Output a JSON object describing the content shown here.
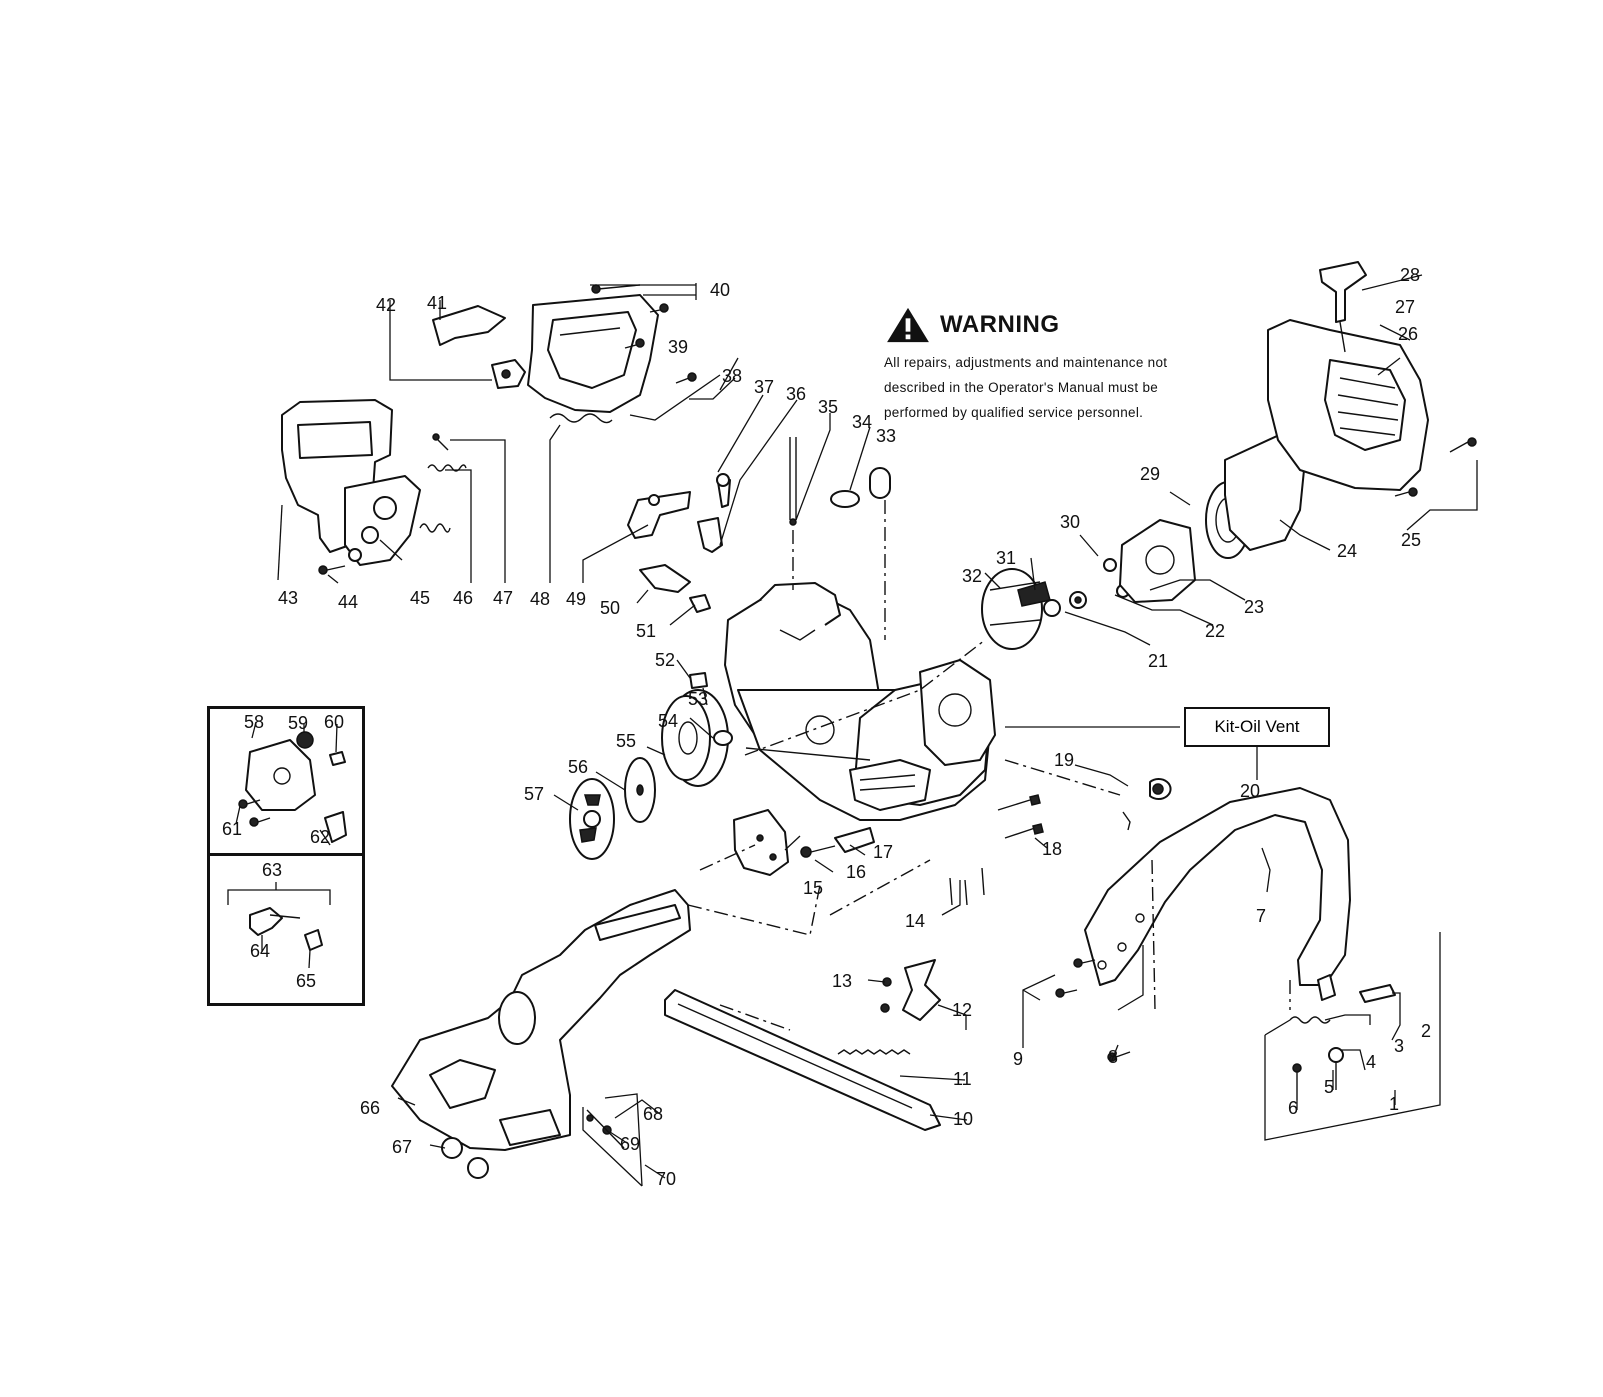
{
  "warning": {
    "title": "WARNING",
    "lines": [
      "All repairs, adjustments and maintenance not",
      "described in the Operator's Manual must be",
      "performed by qualified  service personnel."
    ]
  },
  "kit_label": "Kit-Oil Vent",
  "callouts": [
    {
      "id": "c1",
      "text": "1"
    },
    {
      "id": "c2",
      "text": "2"
    },
    {
      "id": "c3",
      "text": "3"
    },
    {
      "id": "c4",
      "text": "4"
    },
    {
      "id": "c5",
      "text": "5"
    },
    {
      "id": "c6",
      "text": "6"
    },
    {
      "id": "c7",
      "text": "7"
    },
    {
      "id": "c8",
      "text": "8"
    },
    {
      "id": "c9",
      "text": "9"
    },
    {
      "id": "c10",
      "text": "10"
    },
    {
      "id": "c11",
      "text": "11"
    },
    {
      "id": "c12",
      "text": "12"
    },
    {
      "id": "c13",
      "text": "13"
    },
    {
      "id": "c14",
      "text": "14"
    },
    {
      "id": "c15",
      "text": "15"
    },
    {
      "id": "c16",
      "text": "16"
    },
    {
      "id": "c17",
      "text": "17"
    },
    {
      "id": "c18",
      "text": "18"
    },
    {
      "id": "c19",
      "text": "19"
    },
    {
      "id": "c20",
      "text": "20"
    },
    {
      "id": "c21",
      "text": "21"
    },
    {
      "id": "c22",
      "text": "22"
    },
    {
      "id": "c23",
      "text": "23"
    },
    {
      "id": "c24",
      "text": "24"
    },
    {
      "id": "c25",
      "text": "25"
    },
    {
      "id": "c26",
      "text": "26"
    },
    {
      "id": "c27",
      "text": "27"
    },
    {
      "id": "c28",
      "text": "28"
    },
    {
      "id": "c29",
      "text": "29"
    },
    {
      "id": "c30",
      "text": "30"
    },
    {
      "id": "c31",
      "text": "31"
    },
    {
      "id": "c32",
      "text": "32"
    },
    {
      "id": "c33",
      "text": "33"
    },
    {
      "id": "c34",
      "text": "34"
    },
    {
      "id": "c35",
      "text": "35"
    },
    {
      "id": "c36",
      "text": "36"
    },
    {
      "id": "c37",
      "text": "37"
    },
    {
      "id": "c38",
      "text": "38"
    },
    {
      "id": "c39",
      "text": "39"
    },
    {
      "id": "c40",
      "text": "40"
    },
    {
      "id": "c41",
      "text": "41"
    },
    {
      "id": "c42",
      "text": "42"
    },
    {
      "id": "c43",
      "text": "43"
    },
    {
      "id": "c44",
      "text": "44"
    },
    {
      "id": "c45",
      "text": "45"
    },
    {
      "id": "c46",
      "text": "46"
    },
    {
      "id": "c47",
      "text": "47"
    },
    {
      "id": "c48",
      "text": "48"
    },
    {
      "id": "c49",
      "text": "49"
    },
    {
      "id": "c50",
      "text": "50"
    },
    {
      "id": "c51",
      "text": "51"
    },
    {
      "id": "c52",
      "text": "52"
    },
    {
      "id": "c53",
      "text": "53"
    },
    {
      "id": "c54",
      "text": "54"
    },
    {
      "id": "c55",
      "text": "55"
    },
    {
      "id": "c56",
      "text": "56"
    },
    {
      "id": "c57",
      "text": "57"
    },
    {
      "id": "c58",
      "text": "58"
    },
    {
      "id": "c59",
      "text": "59"
    },
    {
      "id": "c60",
      "text": "60"
    },
    {
      "id": "c61",
      "text": "61"
    },
    {
      "id": "c62",
      "text": "62"
    },
    {
      "id": "c63",
      "text": "63"
    },
    {
      "id": "c64",
      "text": "64"
    },
    {
      "id": "c65",
      "text": "65"
    },
    {
      "id": "c66",
      "text": "66"
    },
    {
      "id": "c67",
      "text": "67"
    },
    {
      "id": "c68",
      "text": "68"
    },
    {
      "id": "c69",
      "text": "69"
    },
    {
      "id": "c70",
      "text": "70"
    }
  ]
}
